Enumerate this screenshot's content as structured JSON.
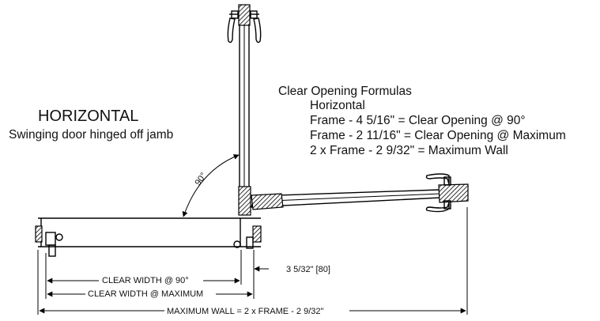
{
  "heading": {
    "title": "HORIZONTAL",
    "subtitle": "Swinging door hinged off jamb"
  },
  "formulas": {
    "title": "Clear Opening Formulas",
    "section": "Horizontal",
    "lines": [
      "Frame - 4 5/16\" = Clear Opening @ 90°",
      "Frame - 2 11/16\" = Clear Opening @ Maximum",
      "2 x Frame - 2 9/32\" = Maximum Wall"
    ]
  },
  "dimensions": {
    "angle": "90°",
    "offset": "3 5/32\" [80]",
    "clear_90": "CLEAR WIDTH @ 90°",
    "clear_max": "CLEAR WIDTH @ MAXIMUM",
    "max_wall": "MAXIMUM WALL = 2 x FRAME - 2 9/32\""
  }
}
